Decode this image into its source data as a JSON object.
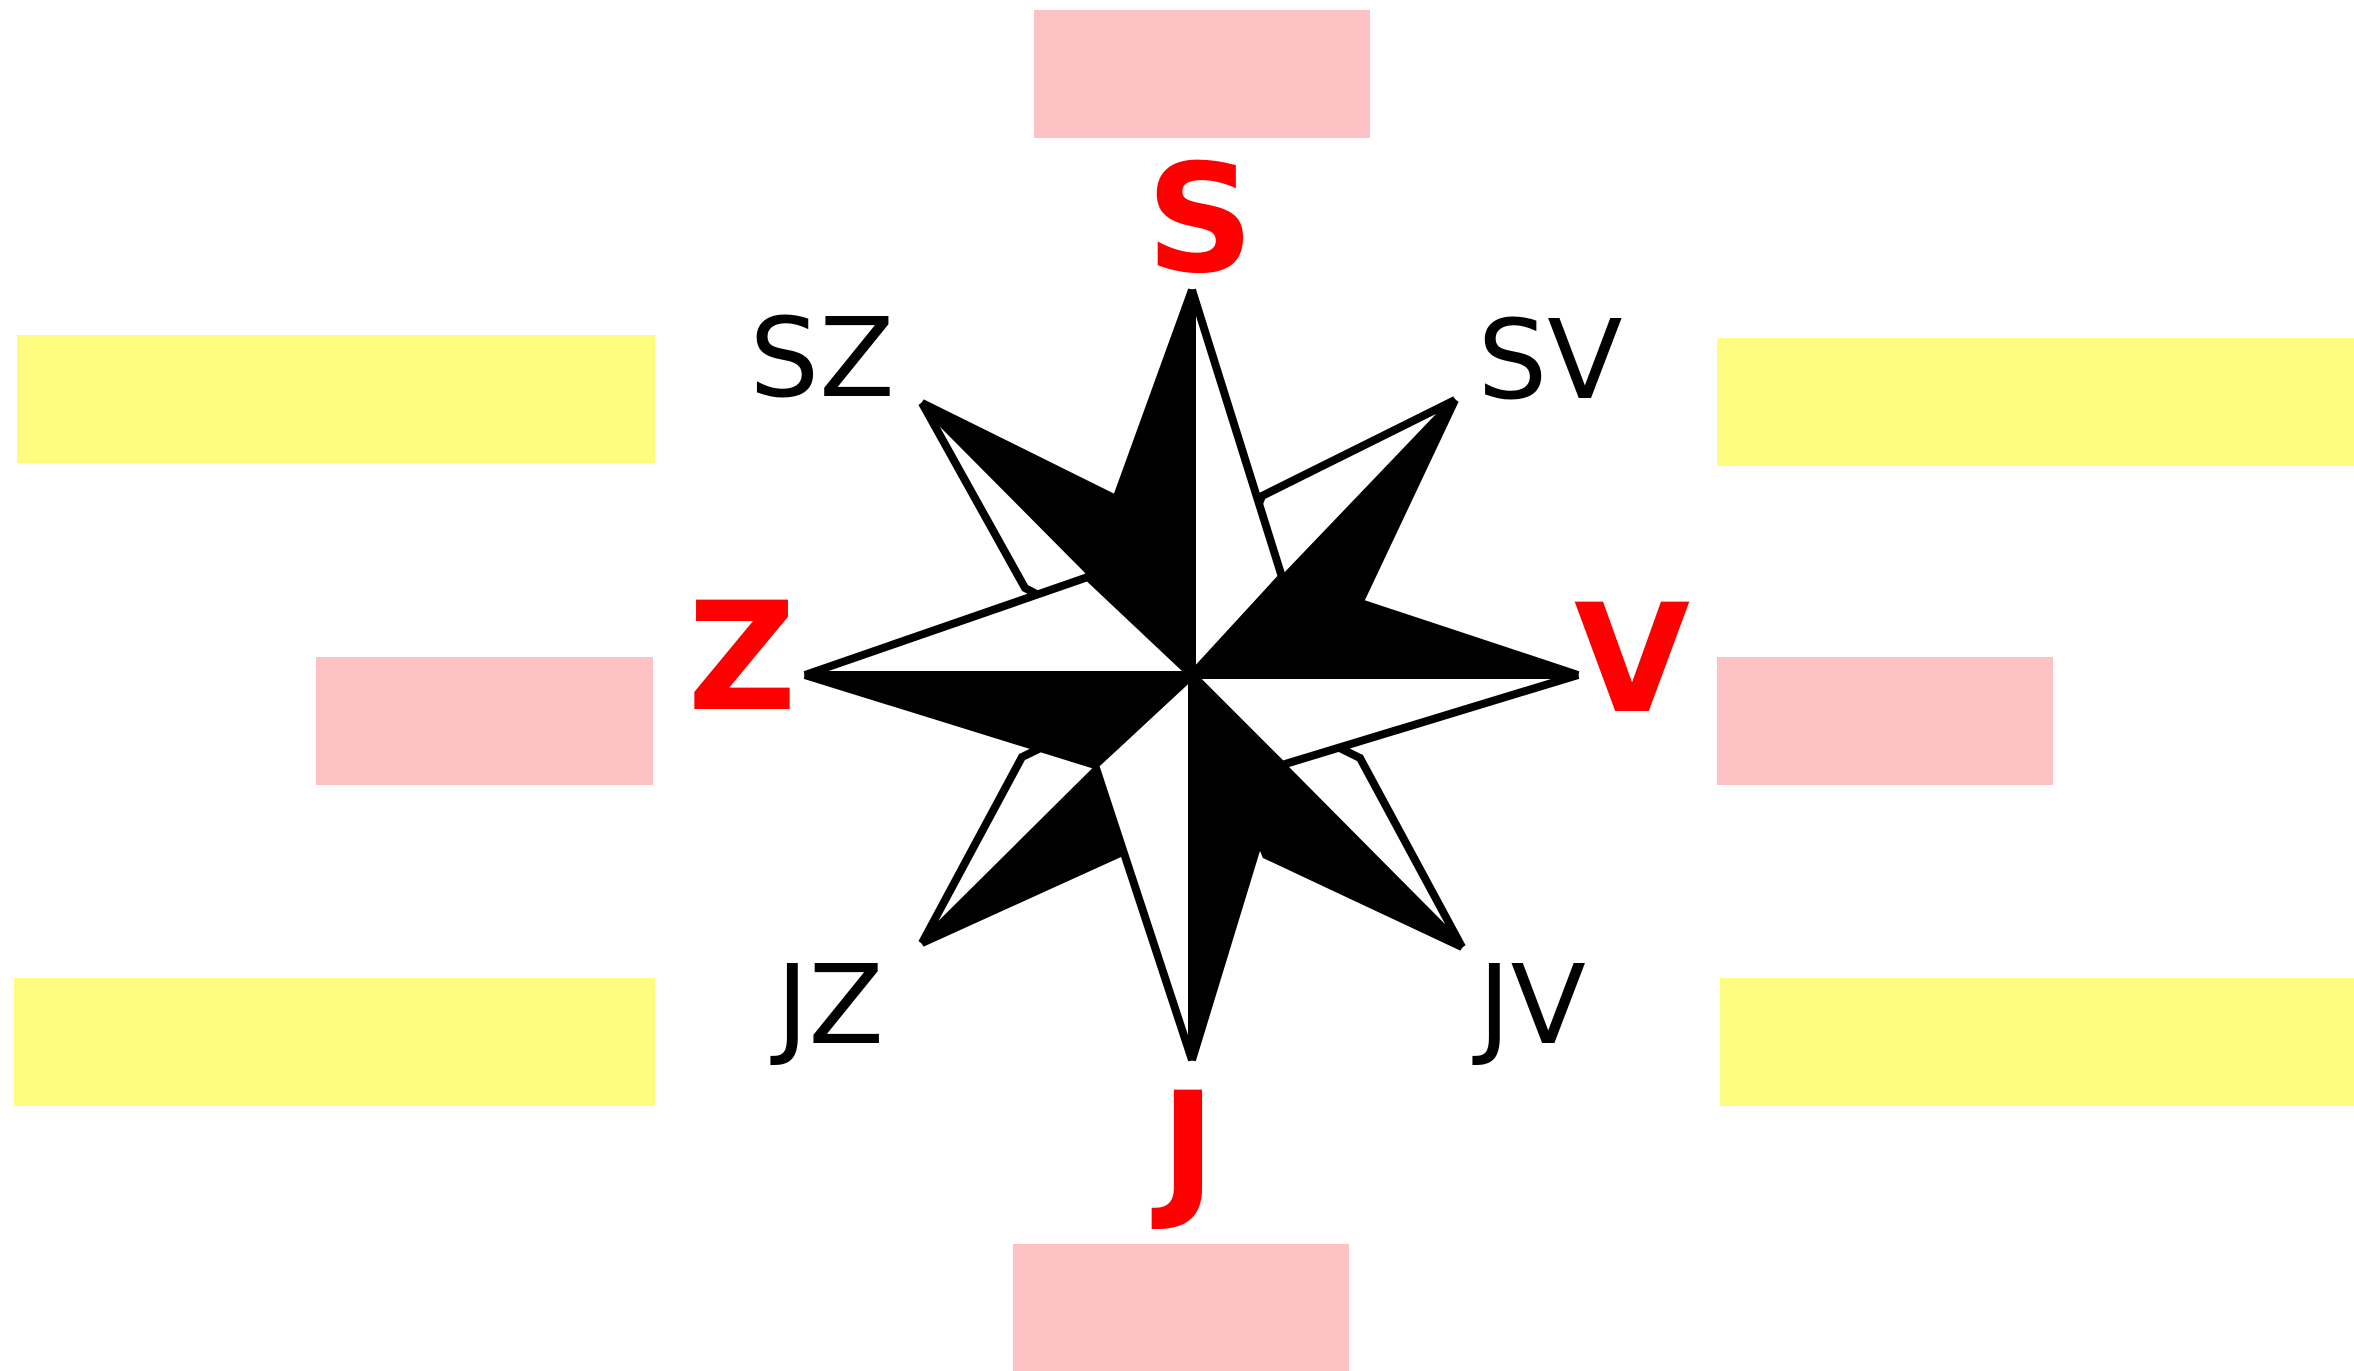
{
  "compass": {
    "cardinals": {
      "north": "S",
      "south": "J",
      "west": "Z",
      "east": "V"
    },
    "intercardinals": {
      "northwest": "SZ",
      "northeast": "SV",
      "southwest": "JZ",
      "southeast": "JV"
    }
  },
  "answer_boxes": {
    "north": "",
    "south": "",
    "west": "",
    "east": "",
    "northwest": "",
    "northeast": "",
    "southwest": "",
    "southeast": ""
  },
  "colors": {
    "cardinal_label": "#ff0000",
    "intercardinal_label": "#000000",
    "cardinal_box": "#ffc2c4",
    "intercardinal_box": "#fffd80",
    "star_dark": "#000000",
    "star_light": "#ffffff"
  }
}
